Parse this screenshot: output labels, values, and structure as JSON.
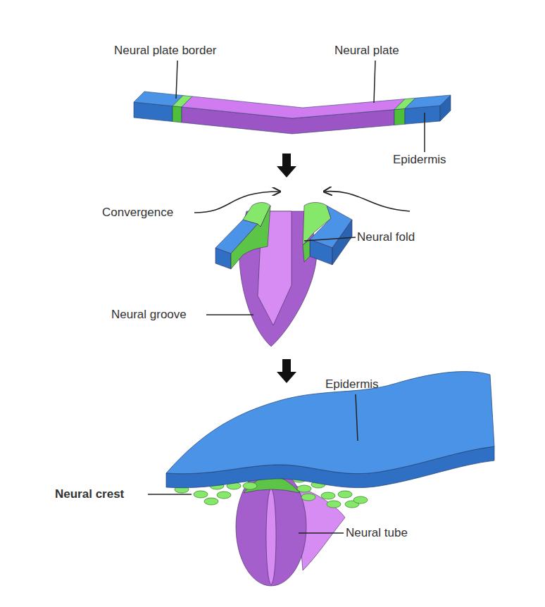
{
  "diagram": {
    "labels": [
      "Neural plate border",
      "Neural plate",
      "Epidermis",
      "Convergence",
      "Neural fold",
      "Neural groove",
      "Epidermis",
      "Neural crest",
      "Neural tube"
    ]
  }
}
